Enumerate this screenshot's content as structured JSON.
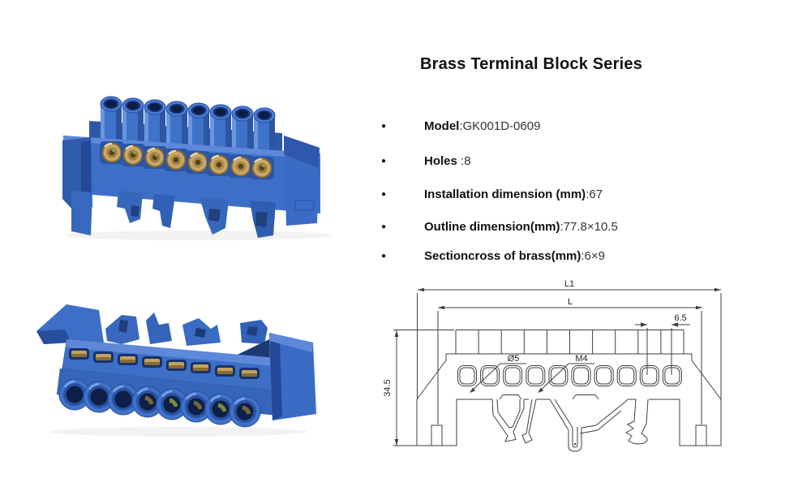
{
  "title": "Brass Terminal Block Series",
  "bullet_glyph": "●",
  "specs": [
    {
      "label": "Model",
      "value": ":GK001D-0609"
    },
    {
      "label": "Holes",
      "value": " :8"
    },
    {
      "label": "Installation dimension (mm)",
      "value": ":67"
    },
    {
      "label": "Outline dimension(mm)",
      "value": ":77.8×10.5"
    },
    {
      "label": "Sectioncross of brass(mm)",
      "value": ":6×9"
    }
  ],
  "drawing": {
    "dim_total_width": "L1",
    "dim_install_width": "L",
    "dim_hole_pitch": "6.5",
    "dim_height": "34.5",
    "label_hole_diameter": "Ø5",
    "label_thread": "M4",
    "holes_shown": 10,
    "line_color": "#3f3f3f"
  },
  "photos": {
    "top_view_name": "blue 8-hole brass terminal block, DIN-rail side down",
    "bottom_view_name": "blue 8-hole brass terminal block, tilted showing wire openings",
    "colors": {
      "plastic_blue": "#3d6fc7",
      "plastic_blue_dark": "#27509f",
      "plastic_blue_light": "#6a96de",
      "brass": "#c7a76a",
      "brass_dark": "#86682f",
      "hole_dark": "#0d2048"
    }
  }
}
